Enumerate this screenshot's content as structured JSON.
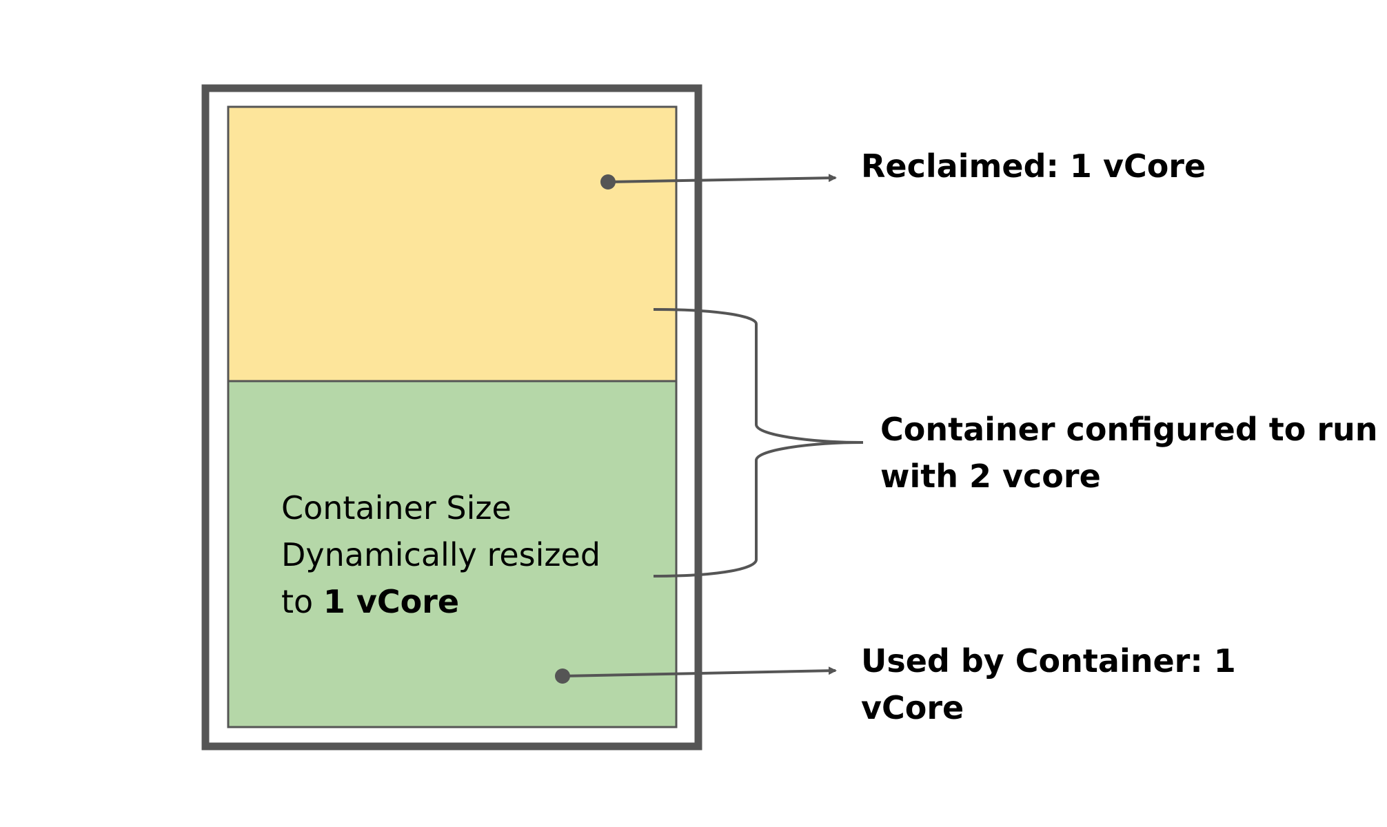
{
  "diagram": {
    "inner_text": {
      "line1": "Container Size",
      "line2": "Dynamically resized",
      "line3_prefix": "to ",
      "line3_bold": "1 vCore"
    },
    "labels": {
      "reclaimed": "Reclaimed: 1 vCore",
      "configured_line1": "Container configured to run",
      "configured_line2": "with 2 vcore",
      "used_line1": "Used by Container: 1",
      "used_line2": "vCore"
    },
    "colors": {
      "reclaimed_fill": "#FDE59B",
      "used_fill": "#B5D7A8",
      "outline": "#555555",
      "connector": "#555555"
    }
  }
}
